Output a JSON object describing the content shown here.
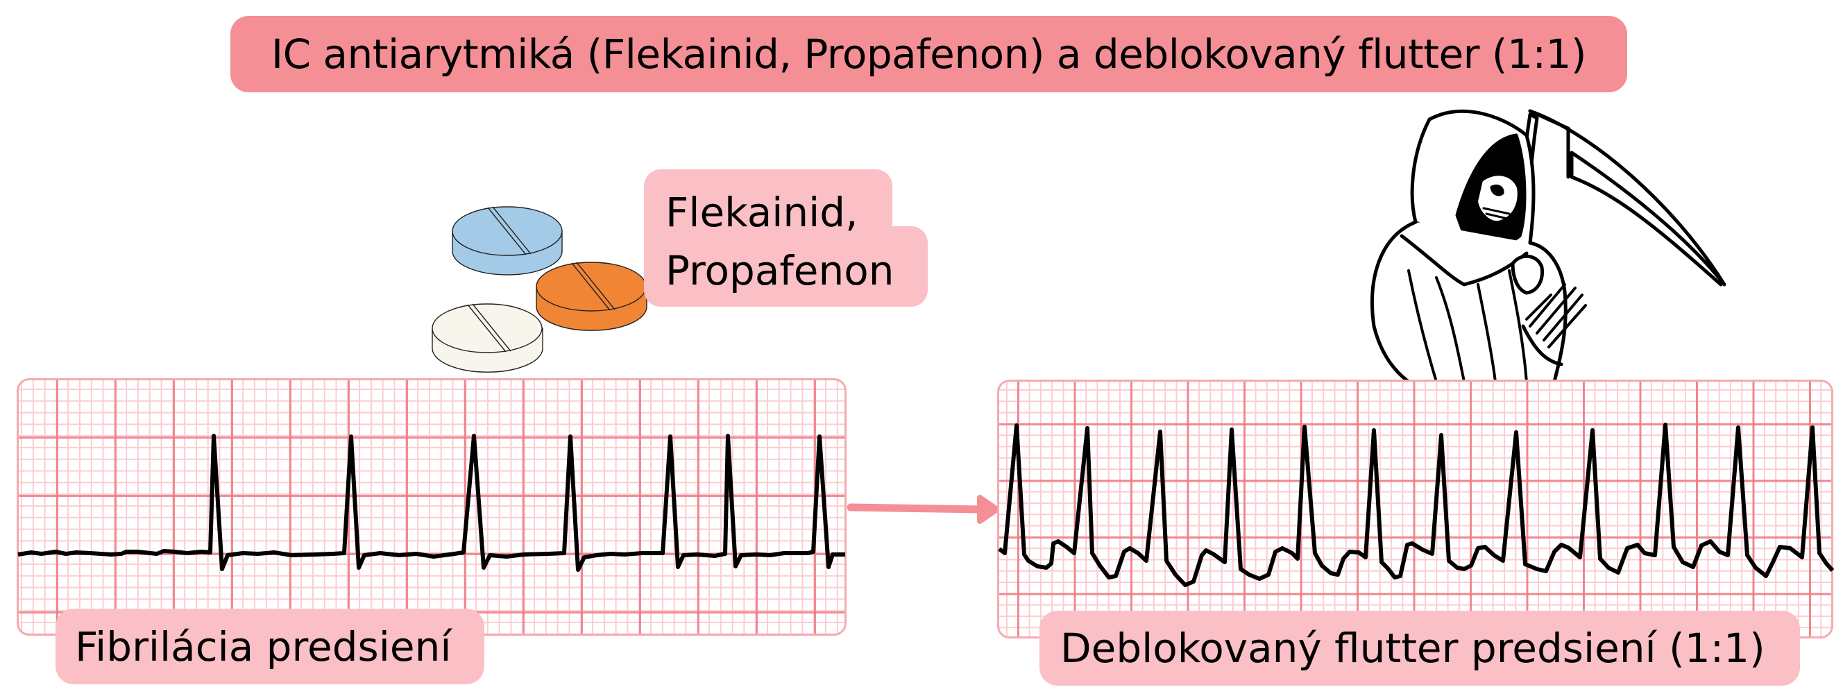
{
  "title": "IC antiarytmiká (Flekainid, Propafenon) a deblokovaný flutter (1:1)",
  "drug_label": {
    "line1": "Flekainid,",
    "line2": "Propafenon"
  },
  "pills": [
    {
      "name": "blue-pill",
      "color": "#A3CBE8"
    },
    {
      "name": "orange-pill",
      "color": "#EF8535"
    },
    {
      "name": "cream-pill",
      "color": "#F8F6EC"
    }
  ],
  "ecg_left": {
    "label": "Fibrilácia predsiení",
    "rhythm": "irregular narrow QRS, no P waves"
  },
  "ecg_right": {
    "label": "Deblokovaný flutter predsiení (1:1)",
    "rhythm": "regular rapid narrow QRS with flutter waves"
  },
  "arrow": {
    "direction": "left-to-right",
    "color": "#F48F96"
  },
  "figure": {
    "name": "grim-reaper",
    "meaning": "death / risk"
  },
  "colors": {
    "title_bg": "#F48F96",
    "label_bg": "#FAC0C6",
    "grid_major": "#F27D87",
    "grid_minor": "#FBCDD1",
    "trace": "#000000"
  }
}
